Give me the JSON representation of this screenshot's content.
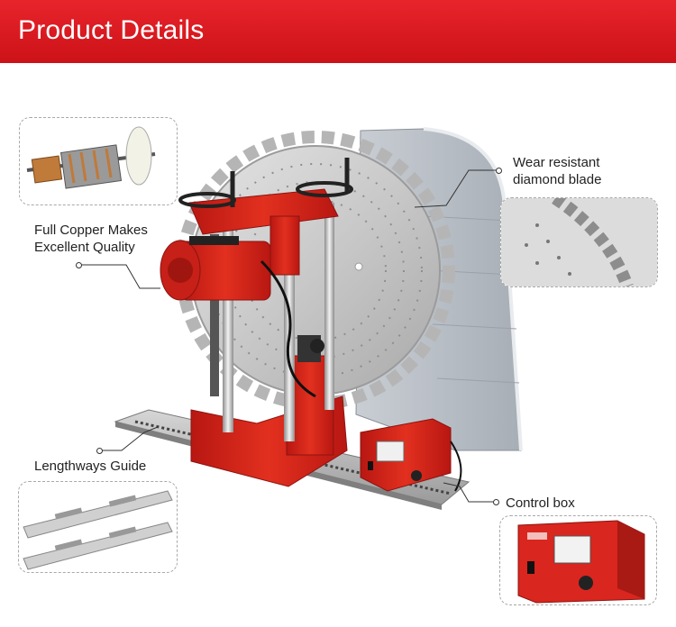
{
  "header": {
    "title": "Product Details"
  },
  "callouts": {
    "copper": [
      "Full Copper Makes",
      "Excellent Quality"
    ],
    "blade": [
      "Wear resistant",
      "diamond blade"
    ],
    "guide": "Lengthways Guide",
    "control": "Control box"
  },
  "colors": {
    "header_red": "#d81a20",
    "machine_red": "#d9261e",
    "blade_silver": "#c9c9c9"
  }
}
